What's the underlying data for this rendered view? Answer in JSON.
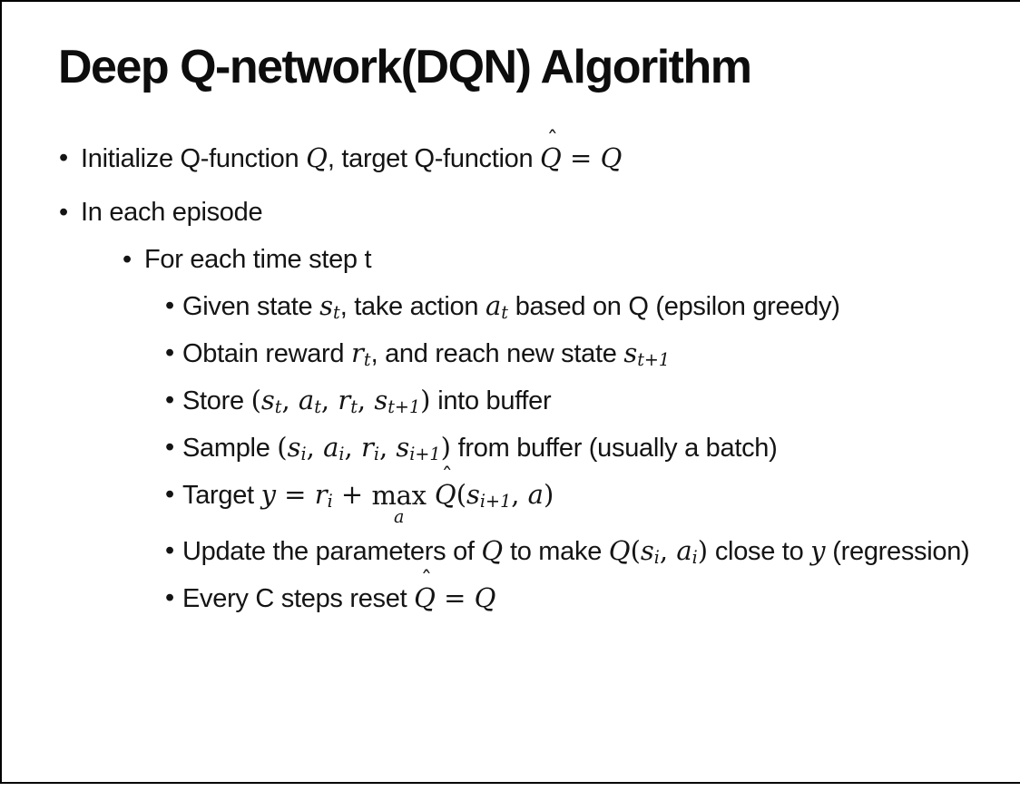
{
  "slide": {
    "title": "Deep Q-network(DQN) Algorithm",
    "bullet_char": "•",
    "colors": {
      "background": "#ffffff",
      "text": "#141414",
      "title_text": "#0d0d0d",
      "border": "#000000"
    },
    "bullets": [
      {
        "level": 1,
        "segments": [
          {
            "t": "txt",
            "v": "Initialize Q-function "
          },
          {
            "t": "var",
            "v": "Q"
          },
          {
            "t": "txt",
            "v": ", target Q-function "
          },
          {
            "t": "var",
            "v": "Q",
            "hat": true
          },
          {
            "t": "mtxt",
            "v": " = "
          },
          {
            "t": "var",
            "v": "Q"
          }
        ]
      },
      {
        "level": 1,
        "segments": [
          {
            "t": "txt",
            "v": "In each episode"
          }
        ]
      },
      {
        "level": 2,
        "segments": [
          {
            "t": "txt",
            "v": "For each time step t"
          }
        ]
      },
      {
        "level": 3,
        "segments": [
          {
            "t": "txt",
            "v": "Given state "
          },
          {
            "t": "var",
            "v": "s",
            "sub": "t"
          },
          {
            "t": "txt",
            "v": ", take action "
          },
          {
            "t": "var",
            "v": "a",
            "sub": "t"
          },
          {
            "t": "txt",
            "v": " based on Q (epsilon greedy)"
          }
        ]
      },
      {
        "level": 3,
        "segments": [
          {
            "t": "txt",
            "v": "Obtain reward "
          },
          {
            "t": "var",
            "v": "r",
            "sub": "t"
          },
          {
            "t": "txt",
            "v": ", and reach new state "
          },
          {
            "t": "var",
            "v": "s",
            "sub": "t+1"
          }
        ]
      },
      {
        "level": 3,
        "segments": [
          {
            "t": "txt",
            "v": "Store "
          },
          {
            "t": "mtxt",
            "v": "("
          },
          {
            "t": "var",
            "v": "s",
            "sub": "t"
          },
          {
            "t": "mtxt",
            "v": ", "
          },
          {
            "t": "var",
            "v": "a",
            "sub": "t"
          },
          {
            "t": "mtxt",
            "v": ", "
          },
          {
            "t": "var",
            "v": "r",
            "sub": "t"
          },
          {
            "t": "mtxt",
            "v": ", "
          },
          {
            "t": "var",
            "v": "s",
            "sub": "t+1"
          },
          {
            "t": "mtxt",
            "v": ")"
          },
          {
            "t": "txt",
            "v": " into buffer"
          }
        ]
      },
      {
        "level": 3,
        "segments": [
          {
            "t": "txt",
            "v": "Sample "
          },
          {
            "t": "mtxt",
            "v": "("
          },
          {
            "t": "var",
            "v": "s",
            "sub": "i"
          },
          {
            "t": "mtxt",
            "v": ", "
          },
          {
            "t": "var",
            "v": "a",
            "sub": "i"
          },
          {
            "t": "mtxt",
            "v": ", "
          },
          {
            "t": "var",
            "v": "r",
            "sub": "i"
          },
          {
            "t": "mtxt",
            "v": ", "
          },
          {
            "t": "var",
            "v": "s",
            "sub": "i+1"
          },
          {
            "t": "mtxt",
            "v": ")"
          },
          {
            "t": "txt",
            "v": " from buffer (usually a batch)"
          }
        ]
      },
      {
        "level": 3,
        "segments": [
          {
            "t": "txt",
            "v": "Target "
          },
          {
            "t": "var",
            "v": "y"
          },
          {
            "t": "mtxt",
            "v": " = "
          },
          {
            "t": "var",
            "v": "r",
            "sub": "i"
          },
          {
            "t": "mtxt",
            "v": " + "
          },
          {
            "t": "munder",
            "v": "max",
            "under": "a"
          },
          {
            "t": "mtxt",
            "v": " "
          },
          {
            "t": "var",
            "v": "Q",
            "hat": true
          },
          {
            "t": "mtxt",
            "v": "("
          },
          {
            "t": "var",
            "v": "s",
            "sub": "i+1"
          },
          {
            "t": "mtxt",
            "v": ", "
          },
          {
            "t": "var",
            "v": "a"
          },
          {
            "t": "mtxt",
            "v": ")"
          }
        ]
      },
      {
        "level": 3,
        "segments": [
          {
            "t": "txt",
            "v": "Update the parameters of "
          },
          {
            "t": "var",
            "v": "Q"
          },
          {
            "t": "txt",
            "v": " to make "
          },
          {
            "t": "var",
            "v": "Q"
          },
          {
            "t": "mtxt",
            "v": "("
          },
          {
            "t": "var",
            "v": "s",
            "sub": "i"
          },
          {
            "t": "mtxt",
            "v": ", "
          },
          {
            "t": "var",
            "v": "a",
            "sub": "i"
          },
          {
            "t": "mtxt",
            "v": ")"
          },
          {
            "t": "txt",
            "v": " close to "
          },
          {
            "t": "var",
            "v": "y"
          },
          {
            "t": "txt",
            "v": " (regression)"
          }
        ]
      },
      {
        "level": 3,
        "segments": [
          {
            "t": "txt",
            "v": "Every C steps reset "
          },
          {
            "t": "var",
            "v": "Q",
            "hat": true
          },
          {
            "t": "mtxt",
            "v": " = "
          },
          {
            "t": "var",
            "v": "Q"
          }
        ]
      }
    ]
  }
}
